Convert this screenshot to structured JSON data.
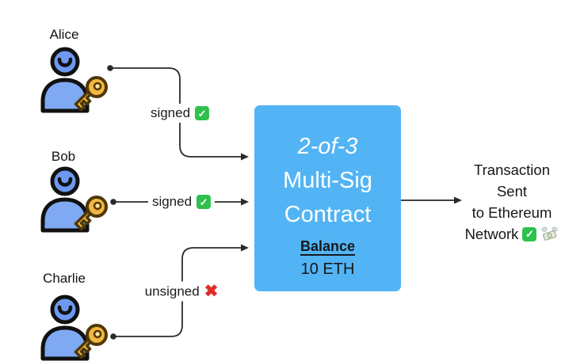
{
  "participants": [
    {
      "name": "Alice",
      "status_label": "signed",
      "status": "signed"
    },
    {
      "name": "Bob",
      "status_label": "signed",
      "status": "signed"
    },
    {
      "name": "Charlie",
      "status_label": "unsigned",
      "status": "unsigned"
    }
  ],
  "contract": {
    "title_line1": "2-of-3",
    "title_line2": "Multi-Sig",
    "title_line3": "Contract",
    "balance_label": "Balance",
    "balance_value": "10 ETH"
  },
  "output": {
    "line1": "Transaction",
    "line2": "Sent",
    "line3": "to Ethereum",
    "line4_prefix": "Network"
  },
  "glyphs": {
    "check": "✓",
    "cross": "✖"
  },
  "colors": {
    "box_blue": "#52b4f5",
    "person_head_blue": "#6d99f0",
    "person_body_blue": "#7fa9f2",
    "key_gold": "#f4b63f",
    "key_outline": "#4d3808",
    "key_hole": "#fbe09a",
    "check_green": "#2fc14b",
    "cross_red": "#e02b2b",
    "line_dark": "#2a2a2a"
  }
}
